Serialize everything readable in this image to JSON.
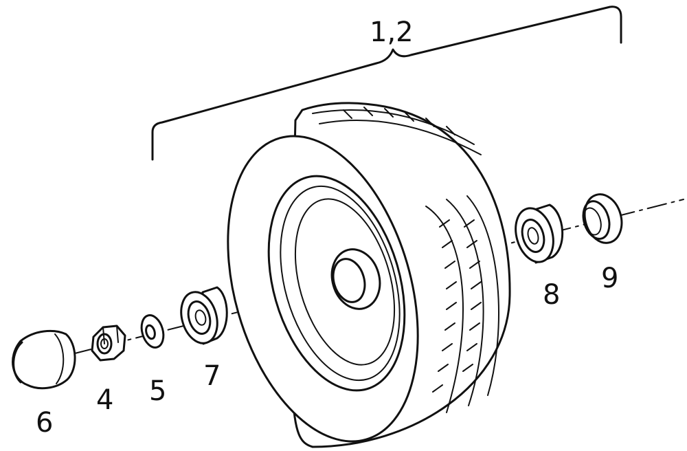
{
  "diagram": {
    "callouts": {
      "wheel": "1,2",
      "nut": "4",
      "washer": "5",
      "cap": "6",
      "bearing_outer": "7",
      "bearing_inner": "8",
      "seal": "9"
    }
  },
  "colors": {
    "line": "#111111",
    "background": "#ffffff"
  }
}
